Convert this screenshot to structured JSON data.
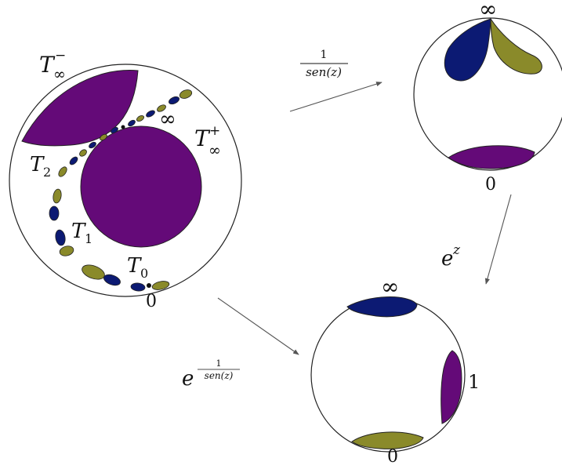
{
  "colors": {
    "purple": "#640a78",
    "navy": "#0c1a73",
    "olive": "#8a8a2a",
    "stroke": "#222222",
    "arrow": "#555555"
  },
  "labels": {
    "t_inf_minus": {
      "base": "T",
      "sub": "∞",
      "sup": "−"
    },
    "t_inf_plus": {
      "base": "T",
      "sub": "∞",
      "sup": "+"
    },
    "inf_left": "∞",
    "t2": {
      "base": "T",
      "sub": "2"
    },
    "t1": {
      "base": "T",
      "sub": "1"
    },
    "t0": {
      "base": "T",
      "sub": "0"
    },
    "zero_left": "0",
    "inf_top_right": "∞",
    "zero_top_right": "0",
    "inf_bottom": "∞",
    "one_bottom": "1",
    "zero_bottom": "0"
  },
  "arrows": {
    "map_sin": {
      "num": "1",
      "den": "sen(z)"
    },
    "map_exp": {
      "base": "e",
      "sup": "z"
    },
    "map_composite": {
      "base": "e",
      "num": "1",
      "den": "sen(z)"
    }
  }
}
